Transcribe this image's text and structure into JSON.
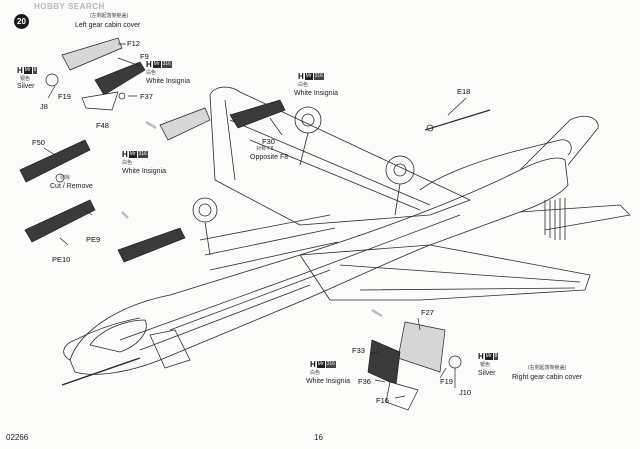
{
  "watermark": "HOBBY SEARCH",
  "step_number": "20",
  "footer": {
    "product_code": "02266",
    "page_number": "16"
  },
  "callouts": {
    "left_gear_cover_cn": "(左侧起落架舱盖)",
    "left_gear_cover_en": "Left gear cabin cover",
    "right_gear_cover_cn": "(右侧起落架舱盖)",
    "right_gear_cover_en": "Right gear cabin cover",
    "cut_remove_cn": "切除",
    "cut_remove_en": "Cut / Remove",
    "opposite_cn": "对称 F8",
    "opposite_en": "Opposite F8"
  },
  "paint_refs": [
    {
      "id": "h8-left",
      "letter": "H",
      "code": "Mr",
      "num": "8",
      "cn": "银色",
      "en": "Silver"
    },
    {
      "id": "h316-left",
      "letter": "H",
      "code": "Mr",
      "num": "316",
      "cn": "白色",
      "en": "White Insignia"
    },
    {
      "id": "h316-center",
      "letter": "H",
      "code": "Mr",
      "num": "316",
      "cn": "白色",
      "en": "White Insignia"
    },
    {
      "id": "h316-top",
      "letter": "H",
      "code": "Mr",
      "num": "316",
      "cn": "白色",
      "en": "White Insignia"
    },
    {
      "id": "h316-right",
      "letter": "H",
      "code": "Mr",
      "num": "316",
      "cn": "白色",
      "en": "White Insignia"
    },
    {
      "id": "h8-right",
      "letter": "H",
      "code": "Mr",
      "num": "8",
      "cn": "银色",
      "en": "Silver"
    }
  ],
  "parts": {
    "f12": "F12",
    "f9": "F9",
    "f19a": "F19",
    "j8": "J8",
    "f37": "F37",
    "f48": "F48",
    "f50": "F50",
    "pe9": "PE9",
    "pe10": "PE10",
    "f30": "F30",
    "e18": "E18",
    "f27": "F27",
    "f33": "F33",
    "f36": "F36",
    "f16": "F16",
    "f19b": "F19",
    "j10": "J10"
  }
}
